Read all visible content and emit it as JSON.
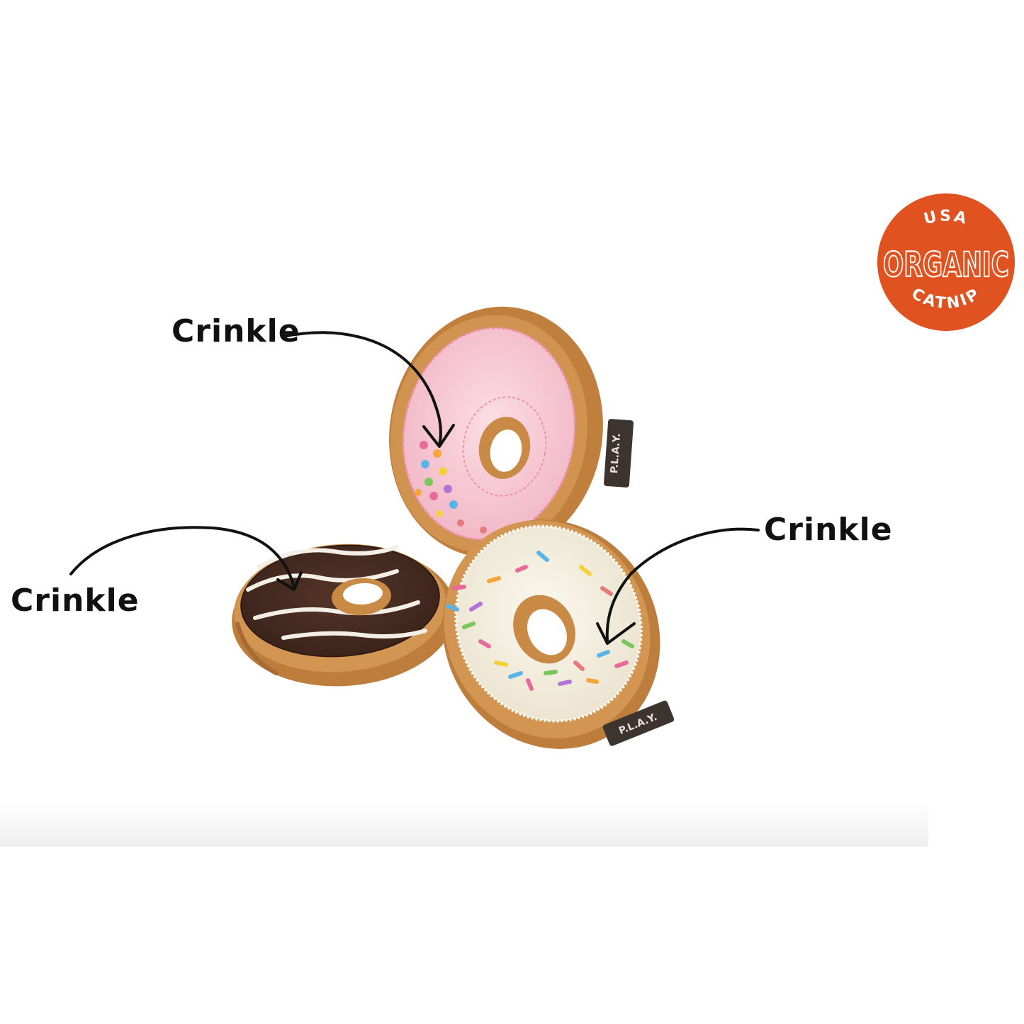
{
  "callouts": {
    "pink_donut": "Crinkle",
    "chocolate_donut": "Crinkle",
    "vanilla_donut": "Crinkle"
  },
  "badge": {
    "top_text": "USA",
    "main_text": "ORGANIC",
    "bottom_text": "CATNIP",
    "color": "#e0521f"
  },
  "tags": {
    "brand_text": "P.L.A.Y."
  },
  "colors": {
    "background": "#ffffff",
    "crust": "#c98a45",
    "pink_icing": "#f7c9d4",
    "chocolate_icing": "#4a2d22",
    "vanilla_icing": "#f5f0e3",
    "tag": "#3d3430"
  }
}
